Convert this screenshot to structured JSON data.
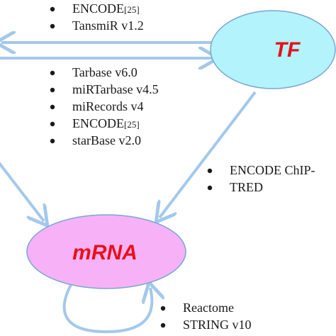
{
  "nodes": {
    "tf": {
      "label": "TF",
      "fill": "#b3f3fb",
      "stroke": "#7aa6d0"
    },
    "mrna": {
      "label": "mRNA",
      "fill": "#f7b2f7",
      "stroke": "#7aa6d0"
    }
  },
  "sources": {
    "top": [
      {
        "name": "ENCODE",
        "ref": "[25]"
      },
      {
        "name": "TansmiR v1.2",
        "ref": ""
      }
    ],
    "middle": [
      {
        "name": "Tarbase v6.0",
        "ref": ""
      },
      {
        "name": "miRTarbase v4.5",
        "ref": ""
      },
      {
        "name": "miRecords v4",
        "ref": ""
      },
      {
        "name": "ENCODE",
        "ref": "[25]"
      },
      {
        "name": "starBase v2.0",
        "ref": ""
      }
    ],
    "tf_mrna": [
      {
        "name": "ENCODE ChIP-",
        "ref": ""
      },
      {
        "name": "TRED",
        "ref": ""
      }
    ],
    "mrna_mrna": [
      {
        "name": "Reactome",
        "ref": ""
      },
      {
        "name": "STRING v10",
        "ref": ""
      }
    ]
  },
  "colors": {
    "arrow": "#a4c8ec",
    "label": "#e8101a",
    "text": "#1a1a1a"
  }
}
